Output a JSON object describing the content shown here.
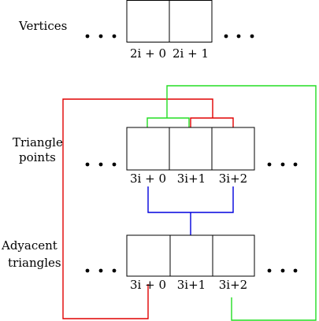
{
  "rows": {
    "vertices": {
      "label_lines": [
        "Vertices"
      ],
      "cell_labels": [
        "2i + 0",
        "2i + 1"
      ]
    },
    "triangle_points": {
      "label_lines": [
        "Triangle",
        "points"
      ],
      "cell_labels": [
        "3i + 0",
        "3i+1",
        "3i+2"
      ]
    },
    "adjacent_triangles": {
      "label_lines": [
        "Adyacent",
        "triangles"
      ],
      "cell_labels": [
        "3i + 0",
        "3i+1",
        "3i+2"
      ]
    }
  },
  "connector_colors": {
    "red": "#e00000",
    "green": "#22dd22",
    "blue": "#0000dd"
  }
}
